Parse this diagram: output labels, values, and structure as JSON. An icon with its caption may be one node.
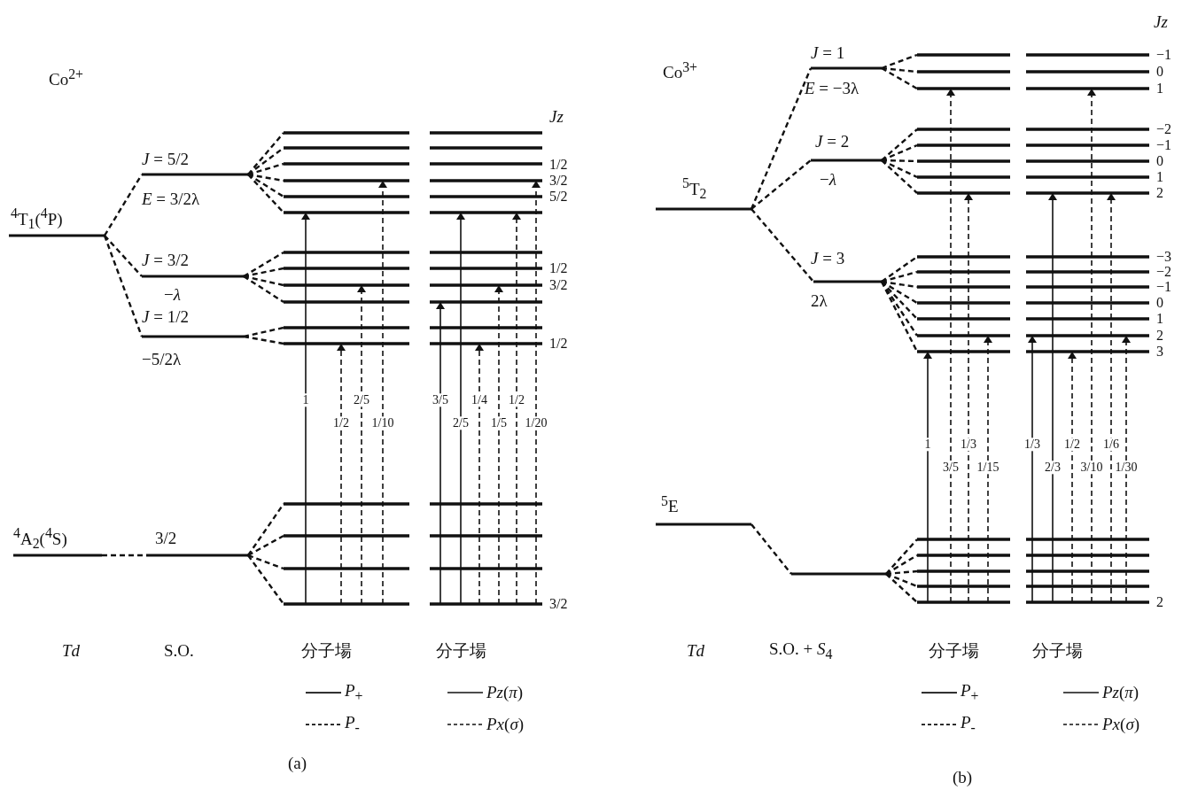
{
  "diagram": {
    "labels": [
      "Co$^{2+}$",
      "*J* = 5/2",
      "*E* = 3/2λ",
      "$^{4}$T$_{1}$($^{4}$P)",
      "*J* = 3/2",
      "−*λ*",
      "*J* = 1/2",
      "−5/2λ",
      "*Jz*",
      "1/2",
      "3/2",
      "5/2",
      "1/2",
      "3/2",
      "1/2",
      "1",
      "1/2",
      "2/5",
      "1/10",
      "3/5",
      "2/5",
      "1/4",
      "1/5",
      "1/2",
      "1/20",
      "$^{4}$A$_{2}$($^{4}$S)",
      "3/2",
      "3/2",
      "*Td*",
      "S.O.",
      "分子場",
      "分子場",
      "(a)",
      "Co$^{3+}$",
      "*J* = 1",
      "*E* = −3λ",
      "*Jz*",
      "−1",
      "0",
      "1",
      "*J* = 2",
      "−*λ*",
      "$^{5}$T$_{2}$",
      "−2",
      "−1",
      "0",
      "1",
      "2",
      "*J* = 3",
      "2λ",
      "−3",
      "−2",
      "−1",
      "0",
      "1",
      "2",
      "3",
      "1",
      "3/5",
      "1/3",
      "1/15",
      "1/3",
      "2/3",
      "1/2",
      "3/10",
      "1/6",
      "1/30",
      "$^{5}$E",
      "2",
      "*Td*",
      "S.O. + *S*$_{4}$",
      "分子場",
      "分子場",
      "(b)"
    ],
    "legend": [
      {
        "text": "*P*$_{+}$"
      },
      {
        "text": "*P*$_{-}$"
      },
      {
        "text": "*Pz*(*π*)"
      },
      {
        "text": "*Px*(*σ*)"
      },
      {
        "text": "*P*$_{+}$"
      },
      {
        "text": "*P*$_{-}$"
      },
      {
        "text": "*Pz*(*π*)"
      },
      {
        "text": "*Px*(*σ*)"
      }
    ]
  }
}
